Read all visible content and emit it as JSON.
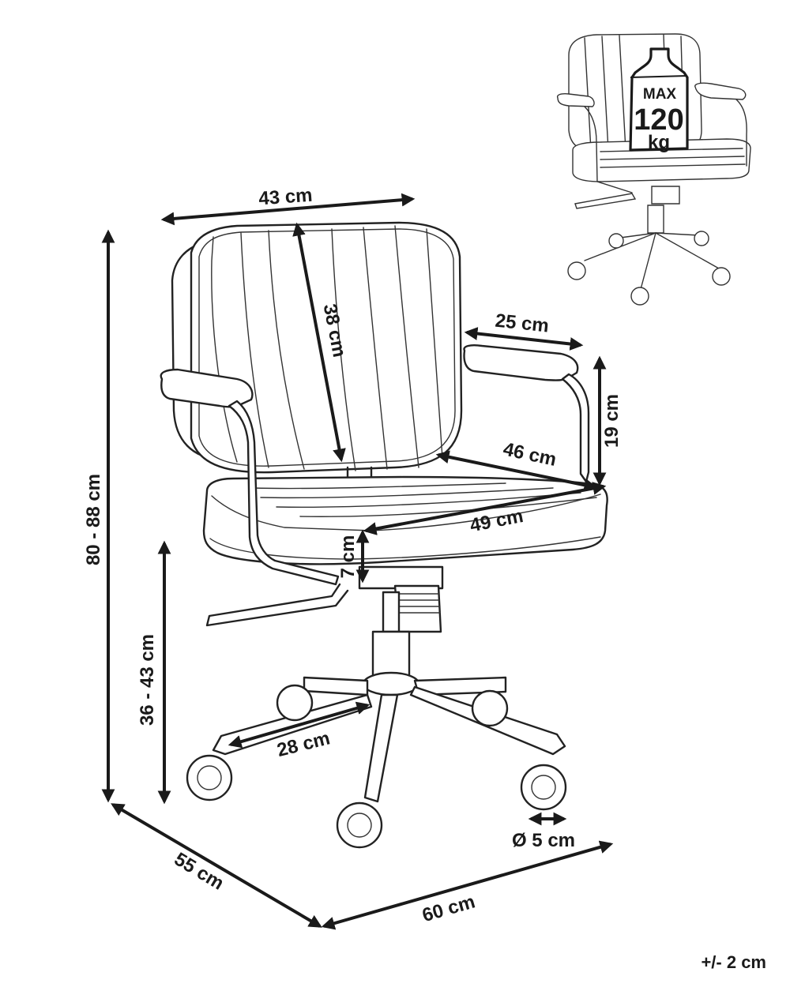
{
  "figure": {
    "dimensions": {
      "backrest_width": "43 cm",
      "backrest_height": "38 cm",
      "armrest_length": "25 cm",
      "armrest_height": "19 cm",
      "seat_depth": "46 cm",
      "seat_width": "49 cm",
      "seat_thickness": "7 cm",
      "total_height": "80 - 88 cm",
      "seat_height": "36 - 43 cm",
      "base_radius": "28 cm",
      "caster_diameter": "Ø 5 cm",
      "overall_depth": "55 cm",
      "overall_width": "60 cm"
    },
    "tolerance": "+/- 2 cm",
    "weight_badge": {
      "line1": "MAX",
      "line2": "120",
      "line3": "kg"
    }
  }
}
